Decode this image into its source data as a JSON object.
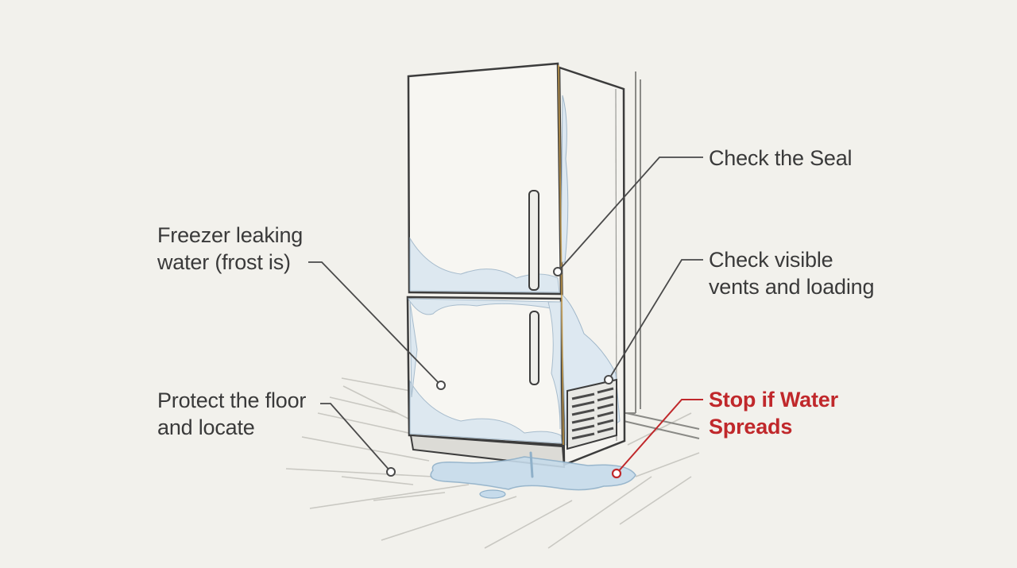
{
  "callouts": {
    "freezer_leaking": {
      "lines": [
        "Freezer leaking",
        "water (frost is)"
      ]
    },
    "protect_floor": {
      "lines": [
        "Protect the floor",
        "and locate"
      ]
    },
    "check_seal": {
      "lines": [
        "Check the Seal"
      ]
    },
    "check_vents": {
      "lines": [
        "Check visible",
        "vents and loading"
      ]
    },
    "stop_water": {
      "lines": [
        "Stop if Water",
        "Spreads"
      ],
      "emphasis": "warning"
    }
  },
  "colors": {
    "background": "#f2f1ec",
    "ink": "#3a3a3a",
    "warning": "#c0282b",
    "water": "#bcd3e6",
    "frost": "#d6e4ef"
  },
  "icons": [
    "refrigerator-illustration",
    "water-puddle-icon",
    "vent-grille-icon"
  ]
}
